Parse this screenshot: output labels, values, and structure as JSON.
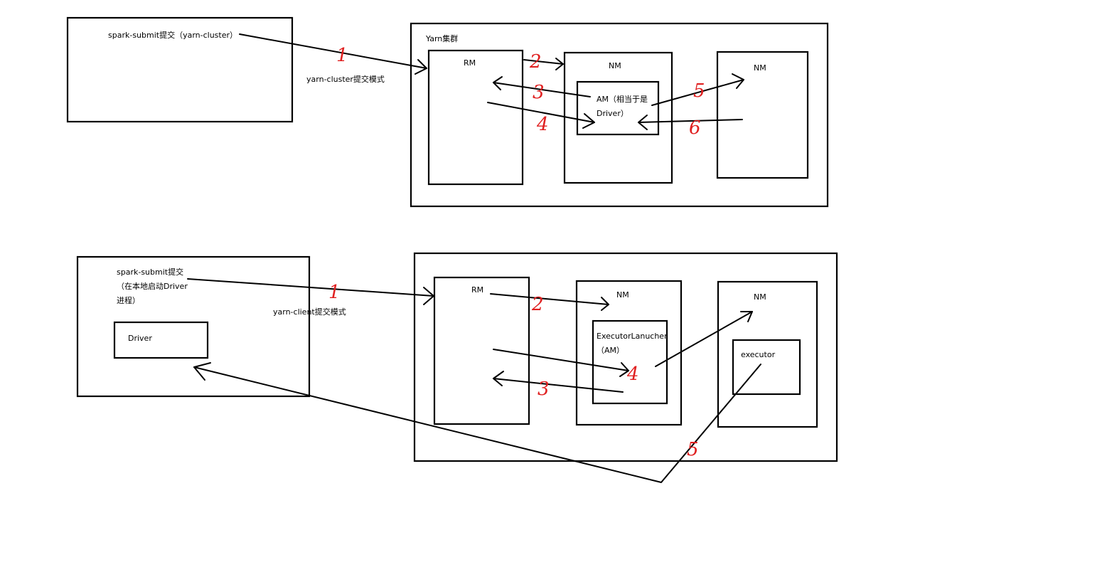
{
  "top": {
    "client_label": "spark-submit提交（yarn-cluster）",
    "mode_label": "yarn-cluster提交模式",
    "cluster_label": "Yarn集群",
    "rm_label": "RM",
    "nm1_label": "NM",
    "am_label_line1": "AM（相当于是",
    "am_label_line2": "Driver）",
    "nm2_label": "NM",
    "step_numbers": [
      "1",
      "2",
      "3",
      "4",
      "5",
      "6"
    ]
  },
  "bottom": {
    "client_label_line1": "spark-submit提交",
    "client_label_line2": "（在本地启动Driver",
    "client_label_line3": "进程）",
    "driver_label": "Driver",
    "mode_label": "yarn-client提交模式",
    "rm_label": "RM",
    "nm1_label": "NM",
    "launcher_label_line1": "ExecutorLanucher",
    "launcher_label_line2": "（AM）",
    "nm2_label": "NM",
    "executor_label": "executor",
    "step_numbers": [
      "1",
      "2",
      "3",
      "4",
      "5"
    ]
  },
  "colors": {
    "stroke": "#000000",
    "step_number": "#e02020",
    "background": "#ffffff"
  }
}
